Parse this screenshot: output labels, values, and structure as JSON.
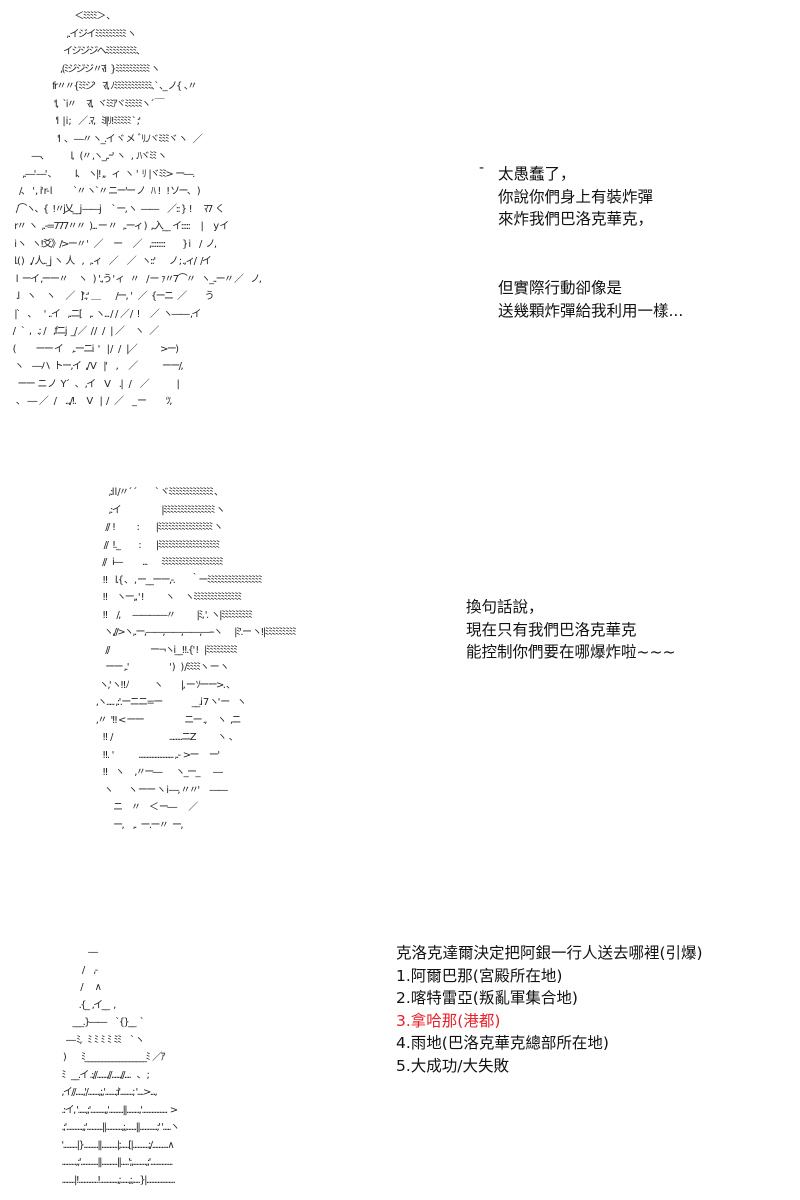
{
  "panels": [
    {
      "id": "panel-1",
      "speaker_marker": "-",
      "dialogue": [
        "太愚蠢了，",
        "你說你們身上有裝炸彈",
        "來炸我們巴洛克華克，"
      ],
      "dialogue_2": [
        "但實際行動卻像是",
        "送幾顆炸彈給我利用一樣..."
      ],
      "art": "                                               ＜ﾐﾐﾐﾐ＞ 、\n                                          ,.イジイﾐﾐﾐﾐﾐﾐﾐﾐﾐ ヽ\n                                        イジジジへﾐﾐﾐﾐﾐﾐﾐﾐﾐ、\n                                      ,(ﾐジジジ〃ﾏi   }ﾐﾐﾐﾐﾐﾐﾐﾐﾐﾐ ヽ\n                                 fr〃〃{ﾐﾐジ'     ﾏl, ﾉﾐﾐﾐﾐﾐﾐﾐﾐﾐﾐﾐ､` ､_ ノ{  ､〃\n                                  'l,   `i〃       ﾏl,   ヾﾐﾐｱヾﾐﾐﾐﾐﾐヽ´ ￣\n                                   'l   | i ;     ／ .ﾏ,    ﾐl|ﾘ!ﾐﾐﾐﾐﾐ ` ;'\n                                    'l   、 ―〃 ヽ_.イ ヾ メ  ﾞﾘ.ﾉヾﾐﾐﾐヾ ヽ    ／\n                    ―、              l,    (〃 ,ヽ_,.ｰ'  ヽ    ,  .ﾊヾﾐﾐ ヽ\n              ,.―' ―' 、            l、  ヽ|! ,,    ィ   ヽ  '   ﾘ  |ヾﾐﾐ>  ー―.\n            /、  ' ,  i' r‐ l              `〃 ヽ`〃 ニー'ー ノ    ﾊ  !    ! ソー、 )\n          /⌒ヽ、{   !〃j乂__j ――j       ` ー, ヽ   ――      ／:: }  !        ﾏ7  く\n         r〃  ヽ   ,.-=777〃〃   )... ー 〃    ,.ーィ )   ,.入__  イ:::::       |       y イ\n         i ヽ    ヽ!爻》/>ー〃 '    ／       ー       ／     ,::::::::           } i      /   ノ,\n         l.( )    ,/ 人.._j  ヽ  人     ,    ,.ィ     ／      ／    ヽ::'         ノ ; .,ィ/   /イ\n          l   ーイ ,ーー〃       ヽ    )  '.,う ' ィ    〃     / ー  ｧ〃7⌒〃    ヽ_..ー〃 ／     ノ,\n          .l     ヽ       ヽ       ／    ]'.;'  ＿          /ー,  '    ／   {ーニ   ／            う\n         |`     、     '  ..イ     ,.ニ[     ,.  ヽ... /  /  ／ /   !       ／   ヽ―― ,イ\n        /    `   ,    .;  /     ,fニj   _/ ／   / /    /    |  ／       ヽ    ／\n        (             ーー イ      ,.ーニi   '     | /    /    |／               >ー)\n         ヽ      ―ハ   トー,イ   ,/ V     |'      ,       ／                ーー/,\n           ーー  ニ ノ   Y´    、 ,イ      V      .|    /      ／                  |\n          、  ―  ／    /      ..,/!.       V     |   /    ／      _ ー             ﾂ,"
    },
    {
      "id": "panel-2",
      "dialogue": [
        "換句話說，",
        "現在只有我們巴洛克華克",
        "能控制你們要在哪爆炸啦~~~"
      ],
      "art": "                  ,:l l /〃´ ´            ` ヾﾐﾐﾐﾐﾐﾐﾐﾐﾐﾐﾐﾐﾐ 、\n                  ,:イ                          |ﾐﾐﾐﾐﾐﾐﾐﾐﾐﾐﾐﾐﾐﾐﾐ ヽ\n                //  !              :           |ﾐﾐﾐﾐﾐﾐﾐﾐﾐﾐﾐﾐﾐﾐﾐﾐ ヽ\n               //   !._            :          |ﾐﾐﾐﾐﾐﾐﾐﾐﾐﾐﾐﾐﾐﾐﾐﾐﾐﾐ\n              //    i―             ...         ﾐﾐﾐﾐﾐﾐﾐﾐﾐﾐﾐﾐﾐﾐﾐﾐﾐﾐ\n              !!     l.{ 、 , ー__ーー,-.          ｀ーﾐﾐﾐﾐﾐﾐﾐﾐﾐﾐﾐﾐﾐﾐﾐﾐ\n              !!      ヽー,, ' !              ヽ       ヽﾐﾐﾐﾐﾐﾐﾐﾐﾐﾐﾐﾐﾐﾐ\n              !!      /,        ――――〃              |ﾐ, '.  ヽ|ﾐﾐﾐﾐﾐﾐﾐﾐﾐ\n               ヽ,//>ヽ,.ー,――,――,――,―--ヽ        |ﾐ'.ー ヽ!|ﾐﾐﾐﾐﾐﾐﾐﾐﾐ\n                //                          ー¬ヽi__!!.{' !    |ﾐﾐﾐﾐﾐﾐﾐﾐﾐ\n                ーー ,.'                          ' )    ) /ﾐﾐﾐﾐヽ ー ヽ\n            ヽ,' ヽ!!ﾉ                ヽ            |, ー ｿーー>. 、\n          ,ヽ..... ,:'.ーニニ=ー                   __.i 7 ヽ' ー     ヽ\n          ,〃   '!! < ーー                          ニー .,       ヽ   ,ニ\n              !!  /                                    ........ニZ              ヽ  、\n              !!.  '                ...................... ,.-  >ー       ー'\n              !!     ヽ       ,〃ー―         ヽ_ー_         ―\n               ヽ          ヽ ーー ヽ i ―, 〃〃'       ――\n                     ニ      〃      ＜ ー―        ／\n                     ー,      ,.   ー.ー〃   ー,"
    },
    {
      "id": "panel-3",
      "question": "克洛克達爾決定把阿銀一行人送去哪裡(引爆)",
      "options": [
        {
          "label": "1.阿爾巴那(宮殿所在地)",
          "highlighted": false
        },
        {
          "label": "2.喀特雷亞(叛亂軍集合地)",
          "highlighted": false
        },
        {
          "label": "3.拿哈那(港都)",
          "highlighted": true
        },
        {
          "label": "4.雨地(巴洛克華克總部所在地)",
          "highlighted": false
        },
        {
          "label": "5.大成功/大失敗",
          "highlighted": false
        }
      ],
      "highlight_color": "#e8202a",
      "art": "                     ―\n                 /      ,-\n                /        ∧\n               .{_  ,イ__   ,\n           ___.}――      `{}__   `\n       ― ﾐ,    ﾐ  ﾐ  ﾐ  ﾐ  ﾐﾐ      ` ヽ\n     )          ﾐ__________________ﾐ  ／ｱ\n    ﾐ    __.イ .://.......//......//....    、 ;\n    ,イ//.....,'/.......,;,'.......;i'........; '....>...,\n    .:イ, '.....,;'.........,,'.........||........,'................  >\n    .;'..........,;'..........||..........,;,......||...........;' '.....ヽ\n    '.........|}.........||..........|;.....[|..........;/..........∧\n    .........,;'...........||..........||.....';,........,;'..............\n    ........|!............!...........,;.....,;,....}|.................."
    }
  ]
}
